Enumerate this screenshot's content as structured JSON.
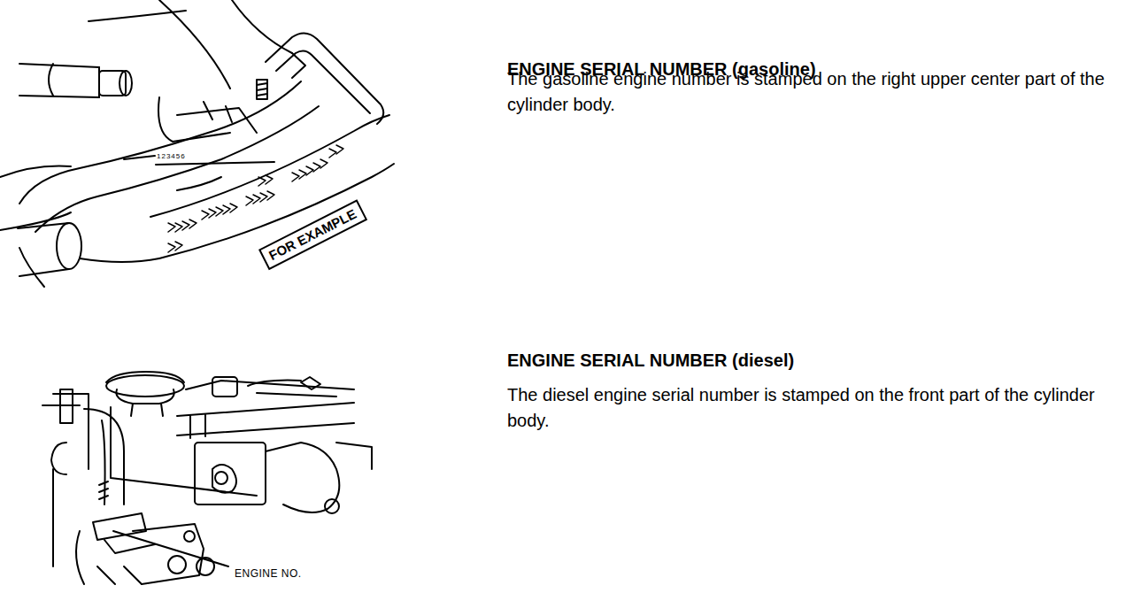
{
  "diagram": {
    "nodes": [
      {
        "text": [
          "FOR EXAMPLE"
        ]
      }
    ],
    "labels": [
      "ENGINE SERIAL NUMBER (gasoline)",
      "The gasoline engine number is stamped on the right upper center part of the cylinder body.",
      "123456",
      "ENGINE SERIAL NUMBER (diesel)",
      "The diesel engine serial number is stamped on the front part of the cylinder body.",
      "ENGINE NO."
    ]
  }
}
